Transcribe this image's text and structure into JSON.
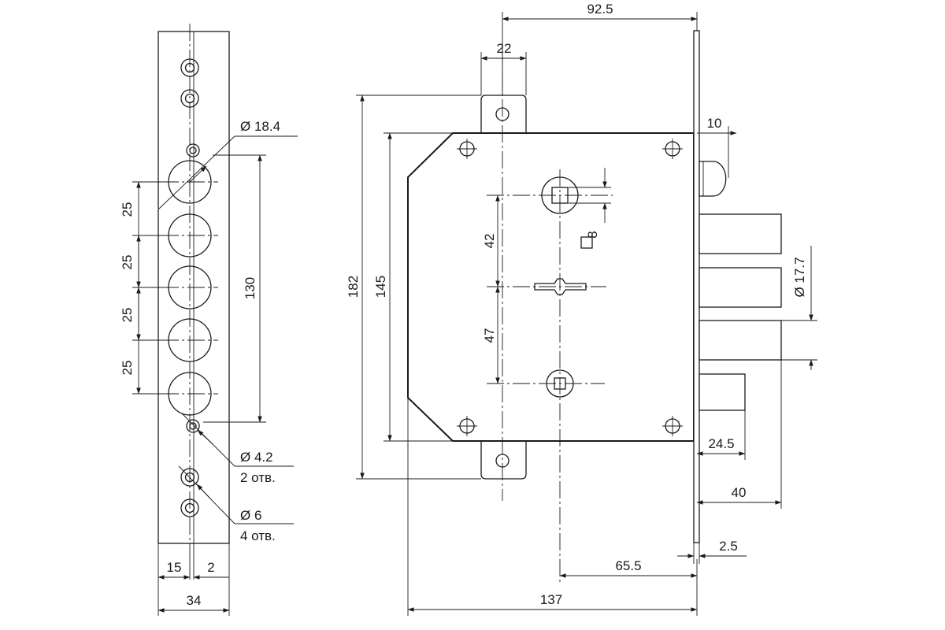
{
  "strike_plate": {
    "hole_spacing_1": "25",
    "hole_spacing_2": "25",
    "hole_spacing_3": "25",
    "hole_spacing_4": "25",
    "large_hole_span": "130",
    "large_hole_diameter": "Ø 18.4",
    "small_hole_diameter": "Ø 4.2",
    "small_hole_count": "2 отв.",
    "screw_hole_diameter": "Ø 6",
    "screw_hole_count": "4 отв.",
    "offset_left": "15",
    "offset_right": "2",
    "plate_width": "34"
  },
  "lock_body": {
    "backset_top": "92.5",
    "mount_tab_width": "22",
    "total_height": "182",
    "case_height": "145",
    "spindle_to_keyhole": "42",
    "keyhole_to_cylinder": "47",
    "spindle_square": "8",
    "latch_projection": "10",
    "bolt_diameter": "Ø 17.7",
    "deadlatch_projection": "24.5",
    "bolt_projection": "40",
    "faceplate_thickness": "2.5",
    "backset_bottom": "65.5",
    "case_depth": "137"
  },
  "colors": {
    "line": "#1a1a1a",
    "background": "#ffffff"
  }
}
